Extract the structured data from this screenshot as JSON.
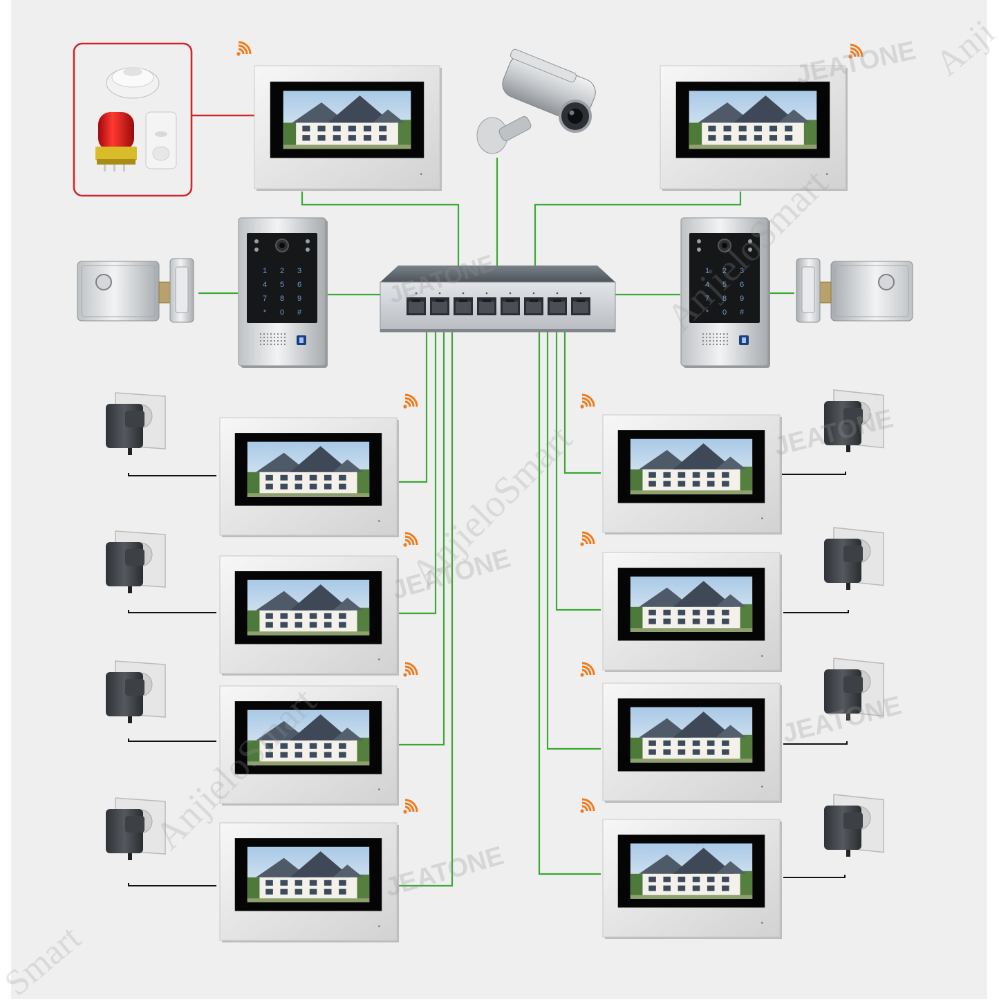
{
  "watermarks": {
    "brand_a": "JEATONE",
    "brand_b": "AnjieloSmart",
    "brand_c": "Anji",
    "brand_d": "Smart"
  },
  "keypad_keys": [
    "1",
    "2",
    "3",
    "4",
    "5",
    "6",
    "7",
    "8",
    "9",
    "*",
    "0",
    "#"
  ],
  "colors": {
    "background": "#efefef",
    "link": "#3aa832",
    "alarm_link": "#d0252a",
    "power_cable": "#111111",
    "monitor_frame": "#e9e9e9",
    "screen_bezel": "#050505",
    "wifi": "#f07a1a",
    "switch_body": "#5a6068"
  },
  "icons": {
    "monitor": "monitor-icon",
    "camera": "cctv-camera-icon",
    "switch": "network-switch-icon",
    "doorbell": "door-station-icon",
    "lock": "electric-lock-icon",
    "adapter": "power-adapter-icon",
    "wifi": "wifi-icon",
    "alarm": "alarm-sensor-icon"
  }
}
